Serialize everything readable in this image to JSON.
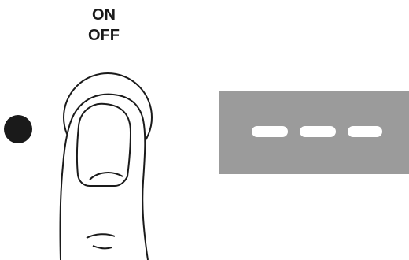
{
  "power_button": {
    "label_on": "ON",
    "label_off": "OFF",
    "icon": "finger-pressing-button-icon"
  },
  "indicator": {
    "icon": "indicator-led-icon",
    "color": "#1a1a1a"
  },
  "display": {
    "icon": "display-dashes-icon",
    "background": "#9b9b9b",
    "dash_color": "#ffffff",
    "dash_count": 3
  }
}
